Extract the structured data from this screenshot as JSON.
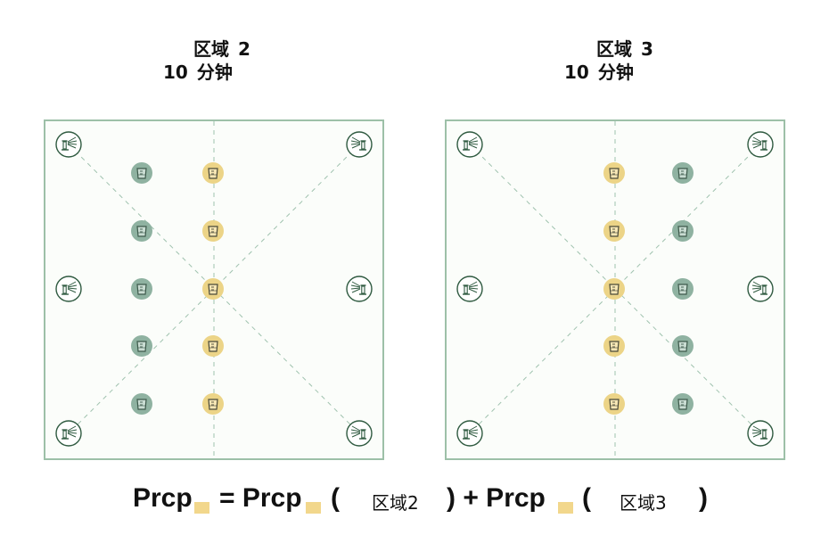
{
  "zones": [
    {
      "id": "zone2",
      "title": "区域",
      "number": "2",
      "duration_value": "10",
      "duration_unit": "分钟"
    },
    {
      "id": "zone3",
      "title": "区域",
      "number": "3",
      "duration_value": "10",
      "duration_unit": "分钟"
    }
  ],
  "formula": {
    "lhs": "Prcp",
    "equals": "= Prcp",
    "open_paren_1": "(",
    "zone_ref_1": "区域2",
    "close_plus": ")  + Prcp",
    "open_paren_2": "(",
    "zone_ref_2": "区域3",
    "close_paren_2": ")"
  },
  "colors": {
    "panel_border": "#9dc0a8",
    "panel_fill": "#fbfdfa",
    "dash_line": "#9fc2ae",
    "green_cup": "#8fb2a1",
    "yellow_cup": "#ecd487",
    "sprinkler_stroke": "#2f5a40",
    "swatch": "#f2d78c"
  },
  "icons": {
    "sprinkler": "sprinkler-icon",
    "cup": "rain-gauge-cup-icon"
  }
}
